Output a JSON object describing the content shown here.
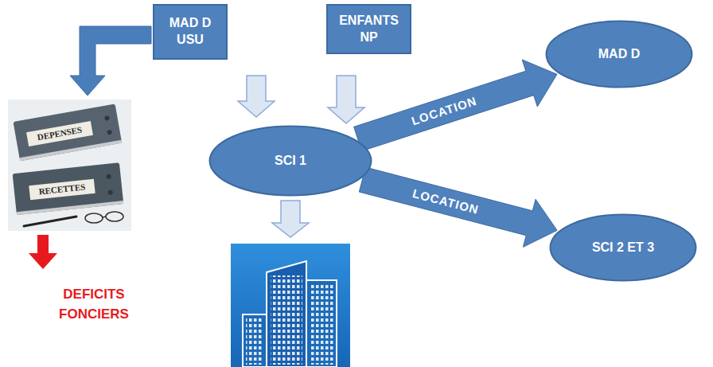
{
  "diagram": {
    "nodes": [
      {
        "text": [
          "MAD D USU"
        ]
      },
      {
        "text": [
          "ENFANTS NP"
        ]
      },
      {
        "text": [
          "SCI 1"
        ]
      },
      {
        "text": [
          "MAD D"
        ]
      },
      {
        "text": [
          "SCI 2 ET 3"
        ]
      }
    ],
    "edges": [
      {
        "from": 0,
        "to": 2,
        "arrow": "to"
      },
      {
        "from": 1,
        "to": 2,
        "arrow": "to"
      },
      {
        "from": 2,
        "to": 3,
        "label": "LOCATION",
        "arrow": "to"
      },
      {
        "from": 2,
        "to": 4,
        "label": "LOCATION",
        "arrow": "to"
      }
    ],
    "labels": [
      "DEPENSES",
      "RECETTES",
      "DEFICITS FONCIERS"
    ]
  }
}
